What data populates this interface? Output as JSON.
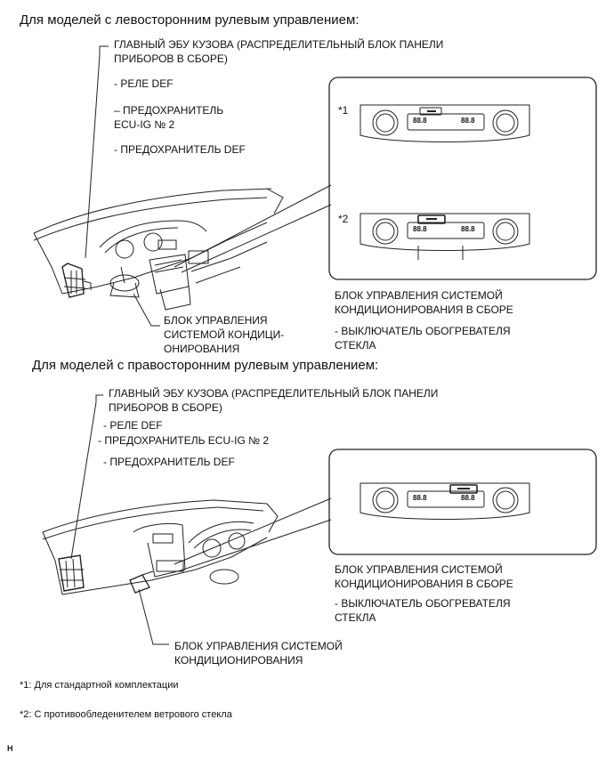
{
  "lhd": {
    "heading": "Для моделей с левосторонним рулевым управлением:",
    "main_ecu_line1": "ГЛАВНЫЙ ЭБУ КУЗОВА (РАСПРЕДЕЛИТЕЛЬНЫЙ БЛОК ПАНЕЛИ",
    "main_ecu_line2": "ПРИБОРОВ В СБОРЕ)",
    "relay_def": "- РЕЛЕ DEF",
    "fuse_ecu_ig_line1": "– ПРЕДОХРАНИТЕЛЬ",
    "fuse_ecu_ig_line2": "ECU-IG № 2",
    "fuse_def": "- ПРЕДОХРАНИТЕЛЬ DEF",
    "ac_unit_line1": "БЛОК УПРАВЛЕНИЯ",
    "ac_unit_line2": "СИСТЕМОЙ КОНДИЦИ-",
    "ac_unit_line3": "ОНИРОВАНИЯ",
    "panel_label_line1": "БЛОК УПРАВЛЕНИЯ СИСТЕМОЙ",
    "panel_label_line2": "КОНДИЦИОНИРОВАНИЯ В СБОРЕ",
    "switch_line1": "- ВЫКЛЮЧАТЕЛЬ ОБОГРЕВАТЕЛЯ",
    "switch_line2": "СТЕКЛА",
    "mark1": "*1",
    "mark2": "*2"
  },
  "rhd": {
    "heading": "Для моделей с правосторонним рулевым управлением:",
    "main_ecu_line1": "ГЛАВНЫЙ ЭБУ КУЗОВА (РАСПРЕДЕЛИТЕЛЬНЫЙ БЛОК ПАНЕЛИ",
    "main_ecu_line2": "ПРИБОРОВ В СБОРЕ)",
    "relay_def": "- РЕЛЕ DEF",
    "fuse_ecu_ig": "- ПРЕДОХРАНИТЕЛЬ ECU-IG № 2",
    "fuse_def": "- ПРЕДОХРАНИТЕЛЬ DEF",
    "ac_unit_line1": "БЛОК УПРАВЛЕНИЯ СИСТЕМОЙ",
    "ac_unit_line2": "КОНДИЦИОНИРОВАНИЯ",
    "panel_label_line1": "БЛОК УПРАВЛЕНИЯ СИСТЕМОЙ",
    "panel_label_line2": "КОНДИЦИОНИРОВАНИЯ В СБОРЕ",
    "switch_line1": "- ВЫКЛЮЧАТЕЛЬ ОБОГРЕВАТЕЛЯ",
    "switch_line2": "СТЕКЛА"
  },
  "display_readout": "88.8",
  "footnote1": "*1: Для стандартной комплектации",
  "footnote2": "*2: С противообледенителем ветрового стекла",
  "corner_mark": "H"
}
